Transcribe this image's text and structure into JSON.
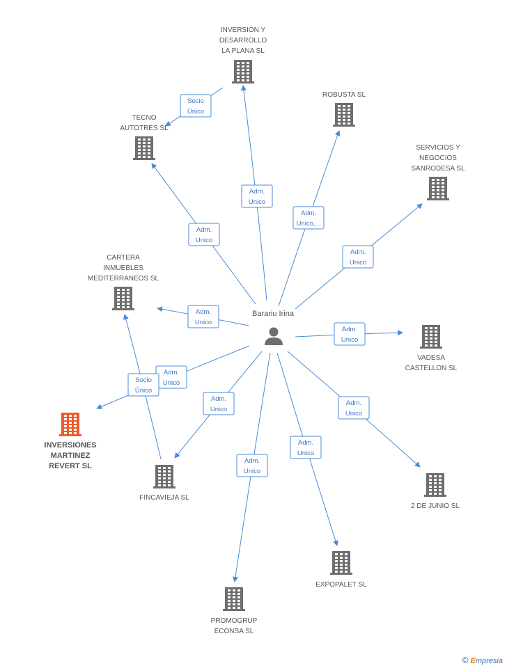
{
  "person": {
    "name": "Barariu Irina"
  },
  "companies": [
    {
      "id": "inversion",
      "lines": [
        "INVERSION Y",
        "DESARROLLO",
        "LA PLANA SL"
      ],
      "highlight": false
    },
    {
      "id": "tecno",
      "lines": [
        "TECNO",
        "AUTOTRES SL"
      ],
      "highlight": false
    },
    {
      "id": "robusta",
      "lines": [
        "ROBUSTA SL"
      ],
      "highlight": false
    },
    {
      "id": "servicios",
      "lines": [
        "SERVICIOS Y",
        "NEGOCIOS",
        "SANRODESA SL"
      ],
      "highlight": false
    },
    {
      "id": "cartera",
      "lines": [
        "CARTERA",
        "INMUEBLES",
        "MEDITERRANEOS SL"
      ],
      "highlight": false
    },
    {
      "id": "vadesa",
      "lines": [
        "VADESA",
        "CASTELLON SL"
      ],
      "highlight": false
    },
    {
      "id": "inversiones_mr",
      "lines": [
        "INVERSIONES",
        "MARTINEZ",
        "REVERT SL"
      ],
      "highlight": true
    },
    {
      "id": "fincavieja",
      "lines": [
        "FINCAVIEJA SL"
      ],
      "highlight": false
    },
    {
      "id": "junio",
      "lines": [
        "2 DE JUNIO SL"
      ],
      "highlight": false
    },
    {
      "id": "expopalet",
      "lines": [
        "EXPOPALET SL"
      ],
      "highlight": false
    },
    {
      "id": "promogrup",
      "lines": [
        "PROMOGRUP",
        "ECONSA SL"
      ],
      "highlight": false
    }
  ],
  "edges": [
    {
      "from": "person",
      "to": "inversion",
      "label": [
        "Adm.",
        "Unico"
      ]
    },
    {
      "from": "person",
      "to": "robusta",
      "label": [
        "Adm.",
        "Unico,..."
      ]
    },
    {
      "from": "person",
      "to": "tecno",
      "label": [
        "Adm.",
        "Unico"
      ]
    },
    {
      "from": "person",
      "to": "servicios",
      "label": [
        "Adm.",
        "Unico"
      ]
    },
    {
      "from": "person",
      "to": "cartera",
      "label": [
        "Adm.",
        "Unico"
      ]
    },
    {
      "from": "person",
      "to": "vadesa",
      "label": [
        "Adm.",
        "Unico"
      ]
    },
    {
      "from": "person",
      "to": "inversiones_mr",
      "label": [
        "Adm.",
        "Unico"
      ]
    },
    {
      "from": "person",
      "to": "fincavieja",
      "label": [
        "Adm.",
        "Unico"
      ]
    },
    {
      "from": "person",
      "to": "junio",
      "label": [
        "Adm.",
        "Unico"
      ]
    },
    {
      "from": "person",
      "to": "expopalet",
      "label": [
        "Adm.",
        "Unico"
      ]
    },
    {
      "from": "person",
      "to": "promogrup",
      "label": [
        "Adm.",
        "Unico"
      ]
    },
    {
      "from": "inversion",
      "to": "tecno",
      "label": [
        "Socio",
        "Único"
      ]
    },
    {
      "from": "fincavieja",
      "to": "cartera",
      "label": [
        "Socio",
        "Único"
      ]
    }
  ],
  "colors": {
    "edge": "#4a8ad8",
    "building": "#6e6e6e",
    "highlight": "#f05a28",
    "person": "#6e6e6e"
  },
  "footer": {
    "copyright": "©",
    "brand_initial": "E",
    "brand_rest": "mpresia"
  }
}
